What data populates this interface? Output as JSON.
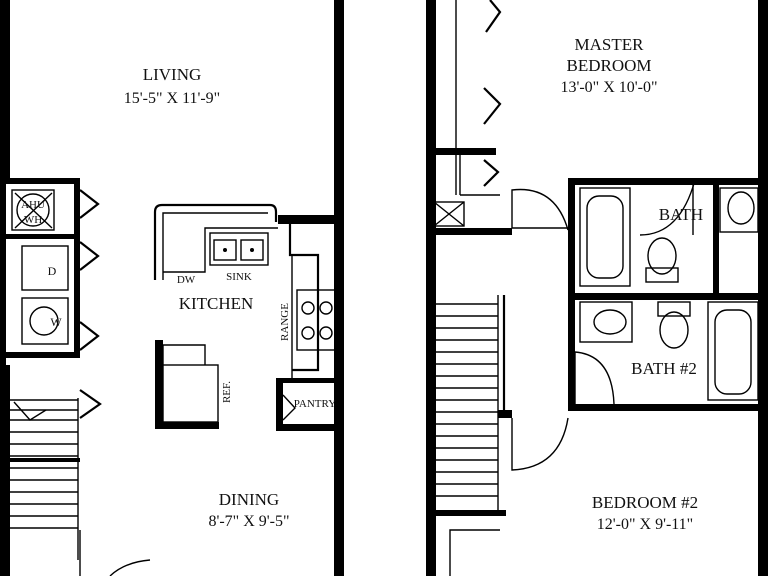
{
  "rooms": {
    "living": {
      "name": "LIVING",
      "size": "15'-5\" X 11'-9\""
    },
    "master_bedroom": {
      "name_line1": "MASTER",
      "name_line2": "BEDROOM",
      "size": "13'-0\" X 10'-0\""
    },
    "bath": {
      "name": "BATH"
    },
    "bath2": {
      "name": "BATH #2"
    },
    "kitchen": {
      "name": "KITCHEN"
    },
    "dining": {
      "name": "DINING",
      "size": "8'-7\" X 9'-5\""
    },
    "bedroom2": {
      "name": "BEDROOM #2",
      "size": "12'-0\" X 9'-11\""
    }
  },
  "fixtures": {
    "ahu": "AHU",
    "wh": "WH",
    "dryer": "D",
    "washer": "W",
    "dw": "DW",
    "sink": "SINK",
    "range": "RANGE",
    "ref": "REF.",
    "pantry": "PANTRY"
  }
}
